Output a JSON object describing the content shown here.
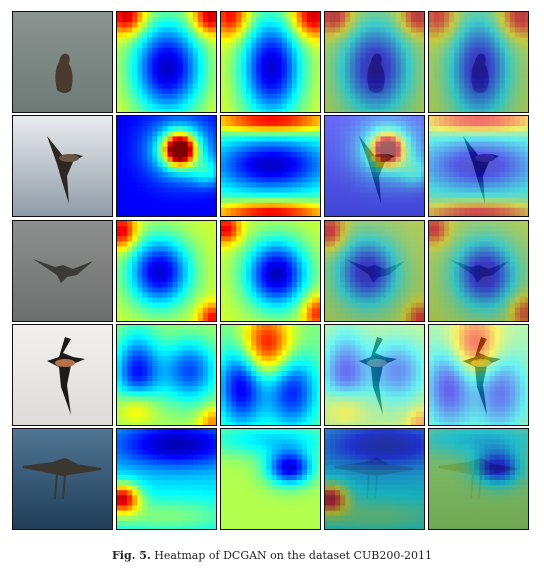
{
  "caption": {
    "label": "Fig. 5.",
    "text": "Heatmap of DCGAN on the dataset CUB200-2011"
  },
  "grid": {
    "rows": 5,
    "columns": [
      "photo",
      "heatmap-a",
      "heatmap-b",
      "overlay-a",
      "overlay-b"
    ],
    "row_scenes": [
      {
        "subject": "bird-swimming",
        "background": "grey-water"
      },
      {
        "subject": "bird-flying",
        "background": "pale-sky-sea"
      },
      {
        "subject": "bird-flying",
        "background": "grey-sea"
      },
      {
        "subject": "bird-flying-dark",
        "background": "white-sky"
      },
      {
        "subject": "bird-landing",
        "background": "blue-water"
      }
    ]
  },
  "colors": {
    "jet_low": "#00008f",
    "jet_mid": "#7fff7f",
    "jet_high": "#8f0000"
  }
}
